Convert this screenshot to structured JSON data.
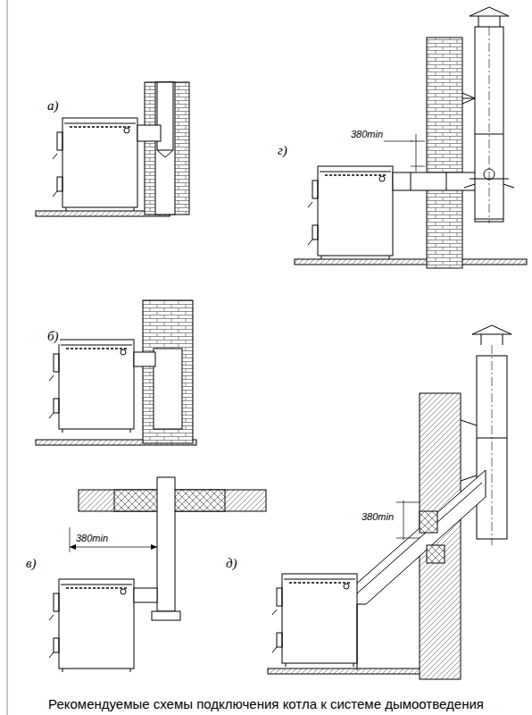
{
  "diagram": {
    "caption": "Рекомендуемые схемы подключения котла к системе дымоотведения",
    "labels": [
      "а)",
      "г)",
      "380min",
      "б)",
      "в)",
      "380min",
      "д)",
      "380min"
    ]
  }
}
